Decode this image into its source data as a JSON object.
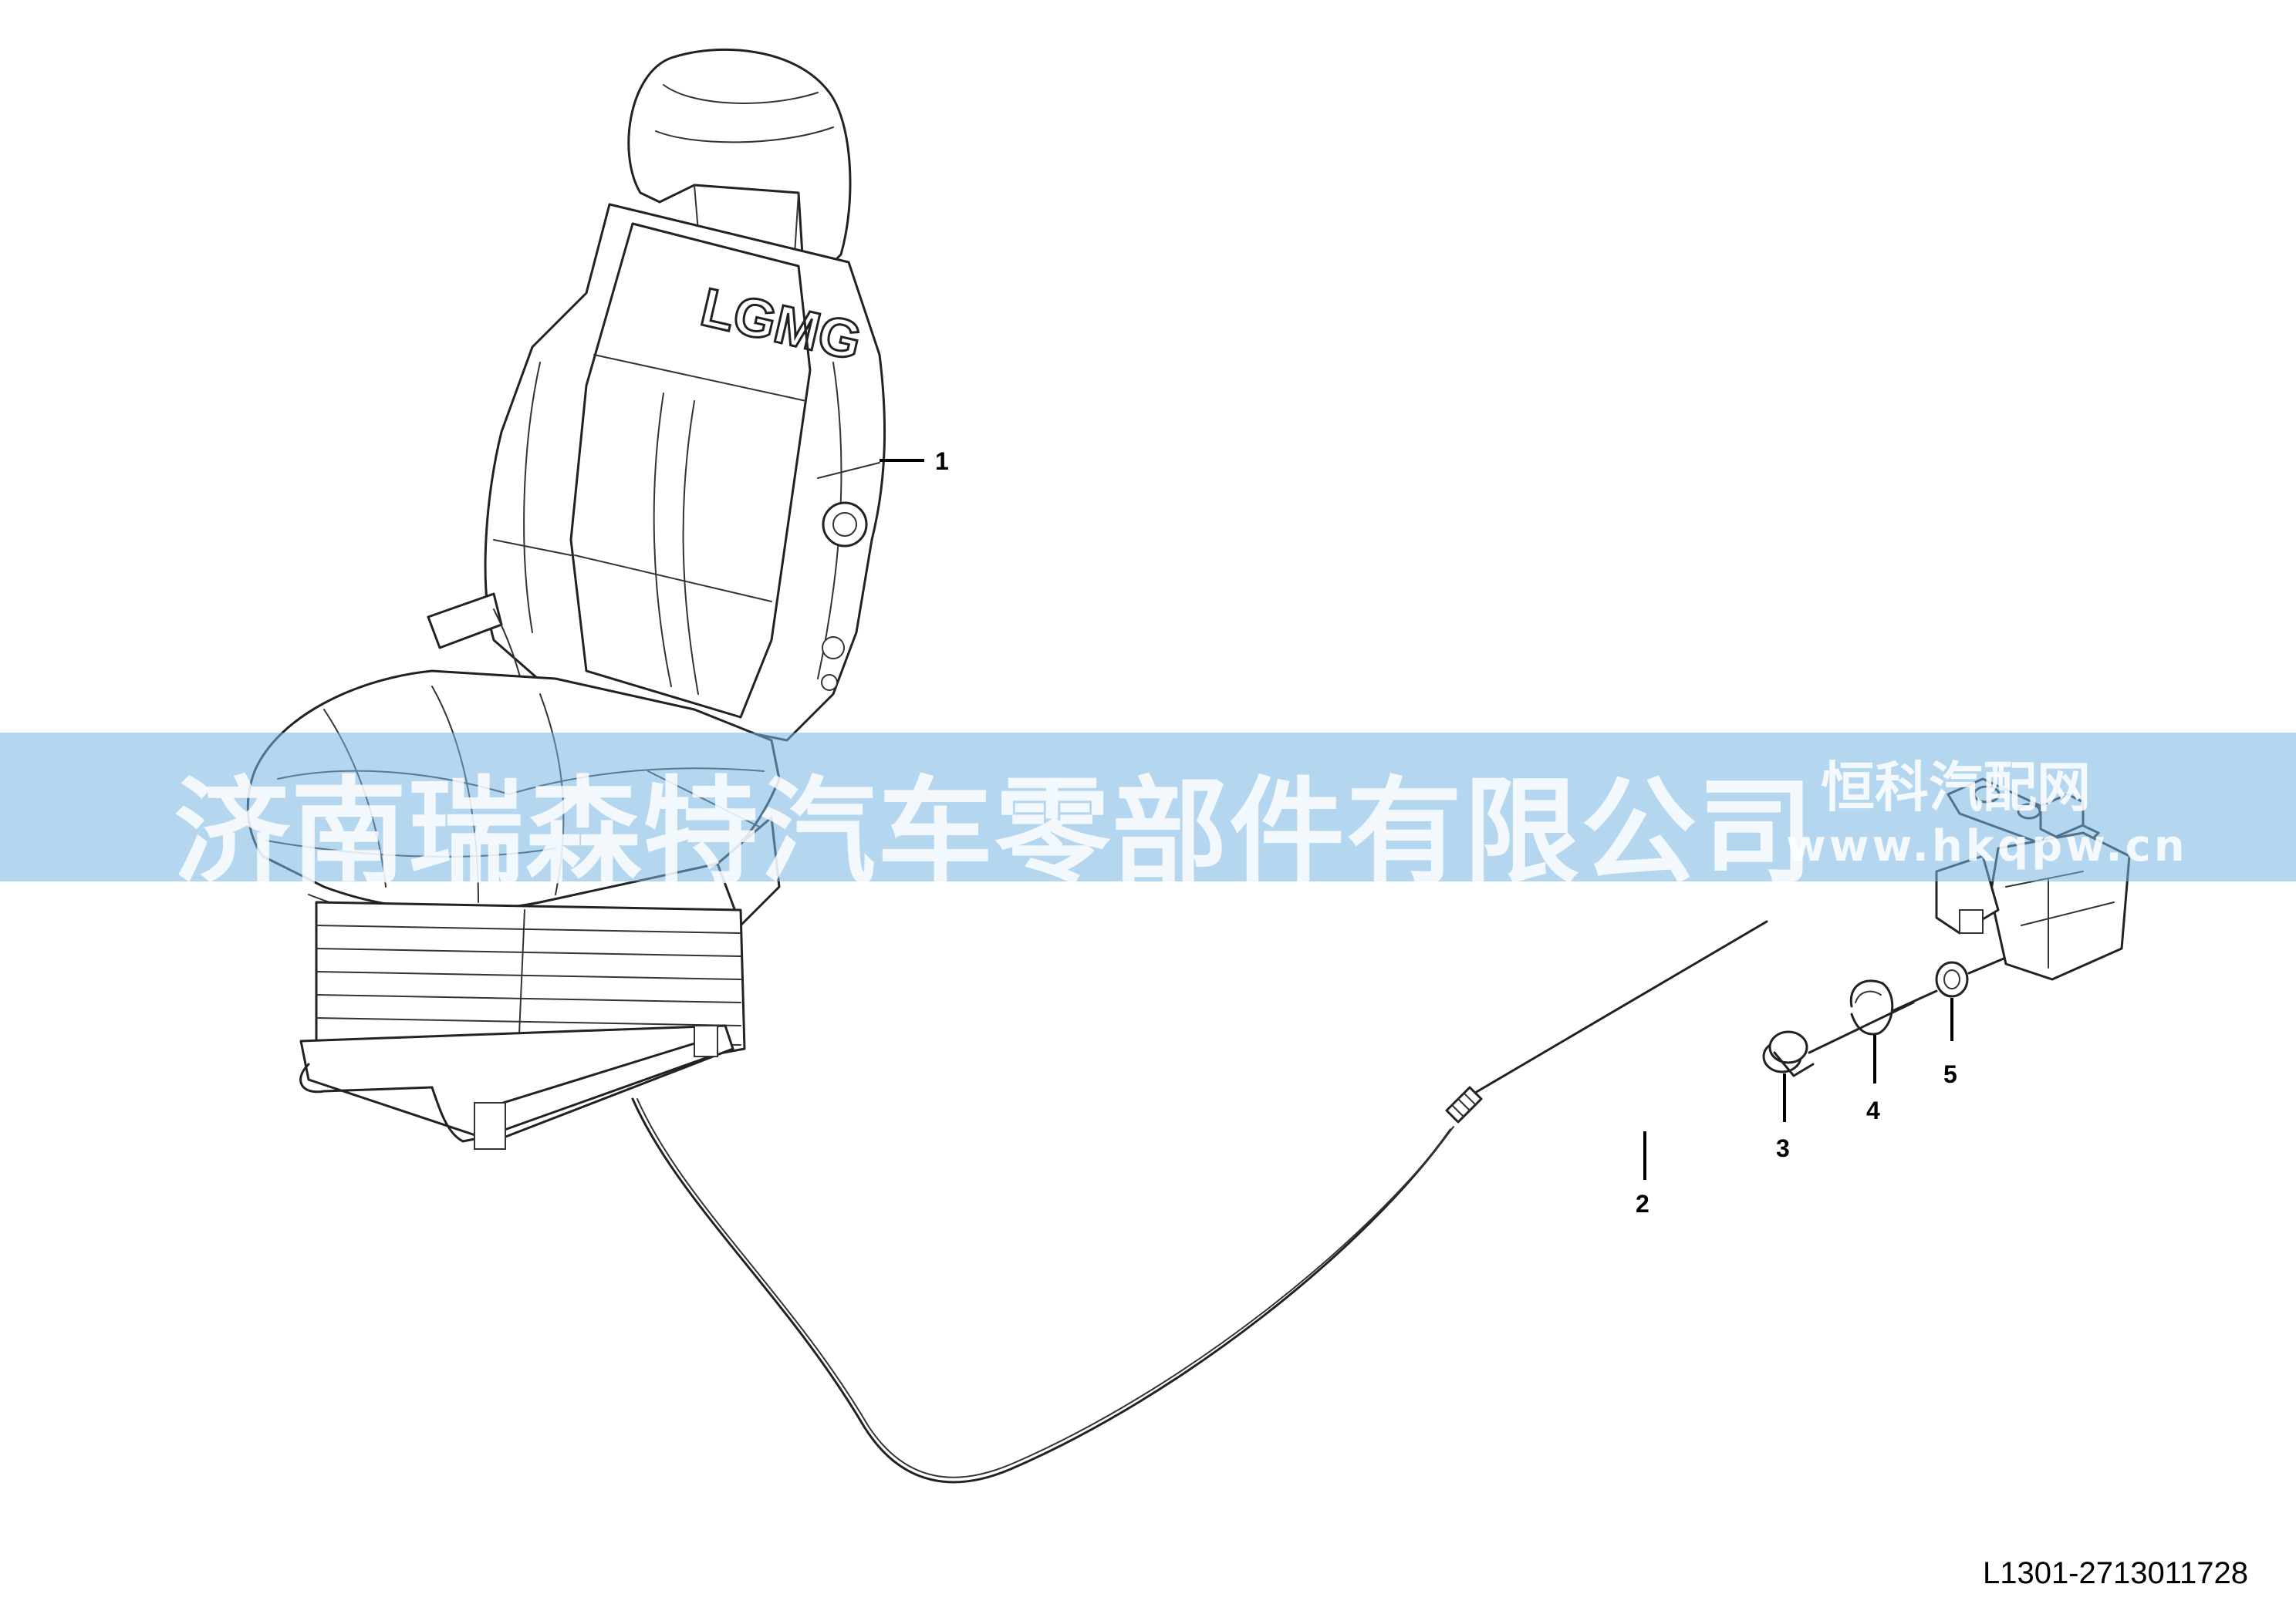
{
  "seat_logo": "LGMG",
  "callouts": {
    "c1": "1",
    "c2": "2",
    "c3": "3",
    "c4": "4",
    "c5": "5"
  },
  "watermark": {
    "company": "济南瑞森特汽车零部件有限公司",
    "site_name": "恒科汽配网",
    "site_url": "www.hkqpw.cn",
    "band_color": "#78b4e1"
  },
  "drawing_number": "L1301-2713011728"
}
